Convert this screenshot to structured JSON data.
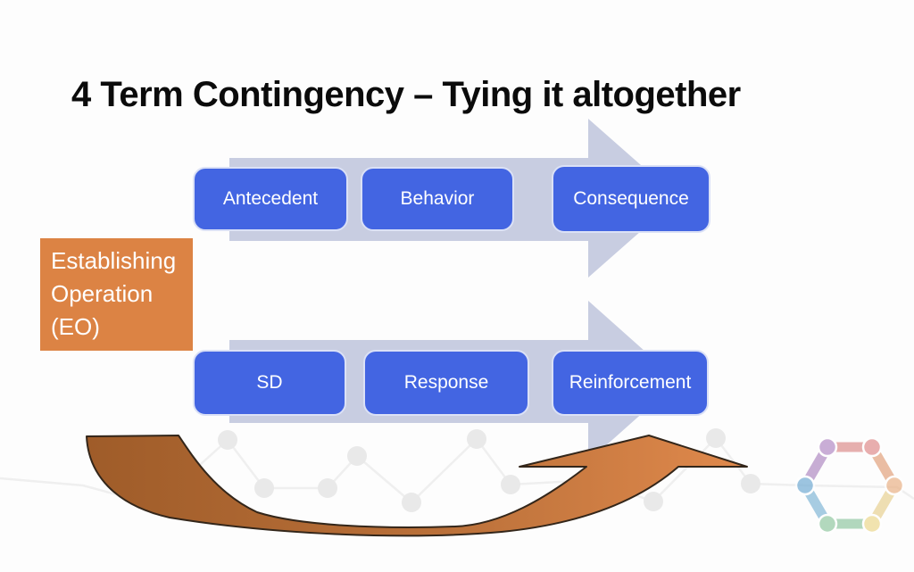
{
  "slide": {
    "title": "4 Term Contingency – Tying it altogether"
  },
  "diagram": {
    "top_flow": {
      "boxes": [
        {
          "label": "Antecedent"
        },
        {
          "label": "Behavior"
        },
        {
          "label": "Consequence"
        }
      ]
    },
    "bottom_flow": {
      "boxes": [
        {
          "label": "SD"
        },
        {
          "label": "Response"
        },
        {
          "label": "Reinforcement"
        }
      ]
    },
    "eo_box": {
      "lines": [
        "Establishing",
        "Operation",
        "(EO)"
      ]
    }
  },
  "colors": {
    "slide_bg": "#fdfdfd",
    "title_color": "#0b0b0b",
    "box_blue": "#4365e2",
    "box_border": "#dbe1f6",
    "eo_orange": "#dc8344",
    "arrow_body": "#c8cde1",
    "swoosh_dark": "#9f5c29",
    "swoosh_mid": "#bb713a",
    "swoosh_light": "#e0894c",
    "swoosh_outline": "#33261a",
    "sparkline_line": "#efefef",
    "sparkline_dot": "#e9e9e9"
  },
  "logo": {
    "name": "people-circle-logo",
    "arm_colors": [
      "#b18cc4",
      "#dd8f8e",
      "#e2a37e",
      "#e9d193",
      "#92c8a2",
      "#84b8d8"
    ],
    "head_colors": [
      "#b48cc6",
      "#e08e8d",
      "#eab287",
      "#ecd98f",
      "#93c9a3",
      "#74add4"
    ]
  }
}
